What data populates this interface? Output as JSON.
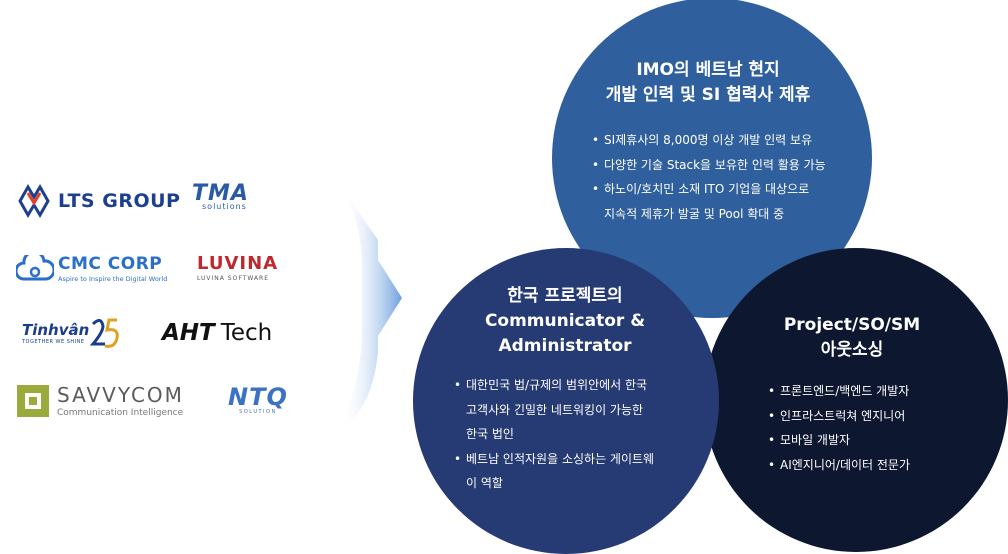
{
  "logos": {
    "lts": {
      "name": "LTS GROUP"
    },
    "tma": {
      "name": "TMA",
      "sub": "solutions"
    },
    "cmc": {
      "name": "CMC CORP",
      "tagline": "Aspire to Inspire the Digital World"
    },
    "luvina": {
      "name": "LUVINA",
      "sub": "LUVINA SOFTWARE"
    },
    "tinhvan": {
      "name": "Tinhvân",
      "sub": "TOGETHER WE SHINE"
    },
    "aht": {
      "name": "AHT",
      "suffix": "Tech"
    },
    "savvycom": {
      "name": "SAVVYCOM",
      "tagline": "Communication Intelligence"
    },
    "ntq": {
      "name": "NTQ",
      "sub": "SOLUTION"
    }
  },
  "circles": {
    "top": {
      "title_line1": "IMO의 베트남 현지",
      "title_line2": "개발 인력 및 SI 협력사 제휴",
      "items": [
        "SI제휴사의 8,000명 이상 개발 인력 보유",
        "다양한 기술 Stack을 보유한 인력 활용 가능",
        "하노이/호치민 소재 ITO 기업을 대상으로",
        "지속적 제휴가 발굴 및 Pool 확대 중"
      ]
    },
    "left": {
      "title_line1": "한국 프로젝트의",
      "title_line2": "Communicator &",
      "title_line3": "Administrator",
      "items": [
        "대한민국 법/규제의 범위안에서 한국",
        "고객사와 긴밀한 네트워킹이 가능한",
        "한국 법인",
        "베트남 인적자원을 소싱하는 게이트웨",
        "이 역할"
      ]
    },
    "right": {
      "title_line1": "Project/SO/SM",
      "title_line2": "아웃소싱",
      "items": [
        "프론트엔드/백엔드 개발자",
        "인프라스트럭쳐 엔지니어",
        "모바일 개발자",
        "AI엔지니어/데이터 전문가"
      ]
    }
  },
  "colors": {
    "top_circle": "#2f5f9c",
    "left_circle": "#263a73",
    "right_circle": "#0d1730",
    "arrow": "#7aa8dc"
  }
}
